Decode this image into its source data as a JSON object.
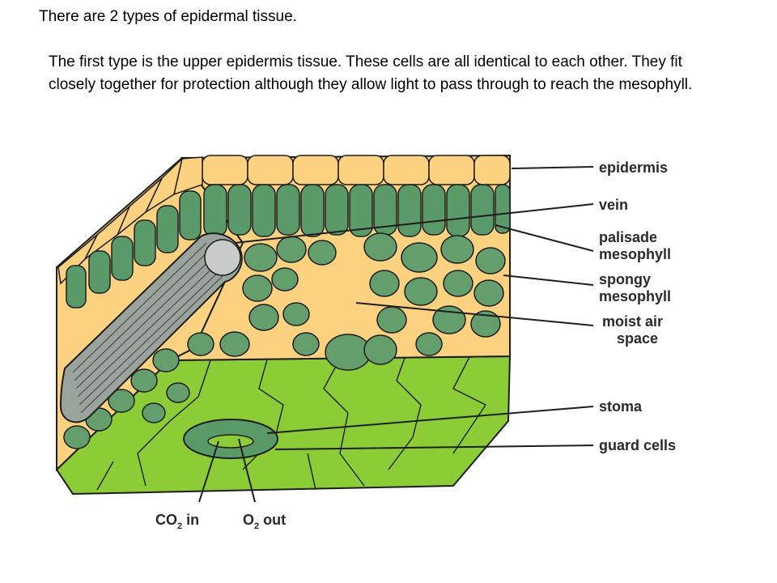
{
  "heading": "There are 2 types of epidermal tissue.",
  "paragraph": "The first type is the upper epidermis tissue. These cells are all identical to each other. They fit closely together for protection although they allow light to pass through to reach the mesophyll.",
  "diagram": {
    "labels": {
      "epidermis": "epidermis",
      "vein": "vein",
      "palisade_1": "palisade",
      "palisade_2": "mesophyll",
      "spongy_1": "spongy",
      "spongy_2": "mesophyll",
      "air_1": "moist air",
      "air_2": "space",
      "stoma": "stoma",
      "guard_cells": "guard cells",
      "co2_main": "CO",
      "co2_sub": "2",
      "co2_tail": " in",
      "o2_main": "O",
      "o2_sub": "2",
      "o2_tail": " out"
    },
    "colors": {
      "epidermis": "#fcd281",
      "palisade": "#5a9a68",
      "spongy": "#639e6c",
      "air_space": "#fcd281",
      "lower_surface": "#8ccc36",
      "guard_cells": "#5a9a68",
      "outline": "#1e1e1e"
    }
  }
}
